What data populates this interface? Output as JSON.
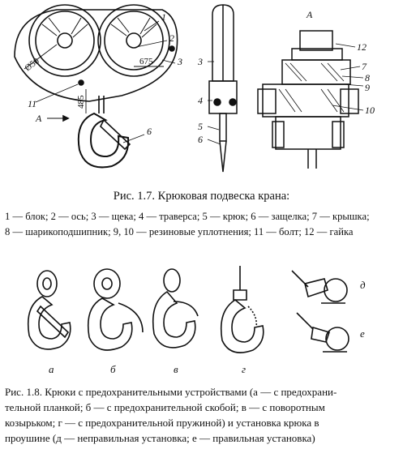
{
  "figure_1_7": {
    "callouts": [
      "1",
      "2",
      "3",
      "4",
      "5",
      "6",
      "7",
      "8",
      "9",
      "10",
      "11",
      "12"
    ],
    "dimensions": [
      "Ø50",
      "675",
      "485"
    ],
    "view_marks": [
      "A",
      "A"
    ],
    "caption_title": "Рис. 1.7. Крюковая подвеска крана:",
    "legend_line1": "1 — блок; 2 — ось; 3 — щека; 4 — траверса; 5 — крюк; 6 — защелка; 7 — крышка;",
    "legend_line2": "8 — шарикоподшипник; 9, 10 — резиновые уплотнения; 11 — болт; 12 — гайка"
  },
  "figure_1_8": {
    "variant_labels": [
      "а",
      "б",
      "в",
      "г",
      "д",
      "е"
    ],
    "caption_line1": "Рис. 1.8. Крюки с предохранительными устройствами (а — с предохрани-",
    "caption_line2": "тельной планкой; б — с предохранительной скобой; в — с поворотным",
    "caption_line3": "козырьком; г — с предохранительной пружиной) и установка крюка в",
    "caption_line4": "проушине (д — неправильная установка; е — правильная установка)"
  }
}
